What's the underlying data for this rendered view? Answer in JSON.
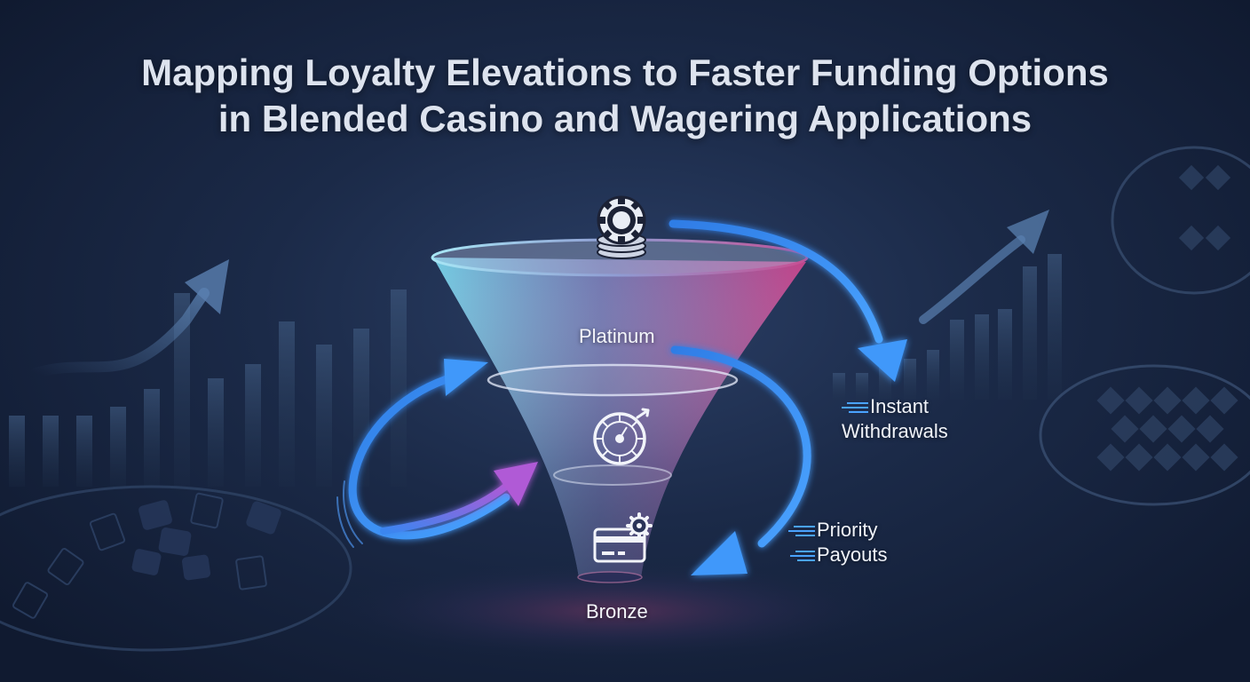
{
  "title": {
    "line1": "Mapping Loyalty Elevations to Faster Funding Options",
    "line2": "in Blended Casino and Wagering Applications"
  },
  "tiers": {
    "top": "Platinum",
    "bottom": "Bronze"
  },
  "benefits": {
    "instant": {
      "line1": "Instant",
      "line2": "Withdrawals"
    },
    "priority": {
      "line1": "Priority",
      "line2": "Payouts"
    }
  },
  "icons": {
    "top": "poker-chip-stack-icon",
    "middle": "roulette-wheel-icon",
    "bottom": "credit-card-gear-icon"
  },
  "colors": {
    "background": "#17233d",
    "funnel_cyan": "#6fd3ec",
    "funnel_magenta": "#d2458f",
    "arrow_blue": "#3a8ff0",
    "arrow_violet": "#9b5ad8",
    "title_text": "#dde3ee"
  }
}
